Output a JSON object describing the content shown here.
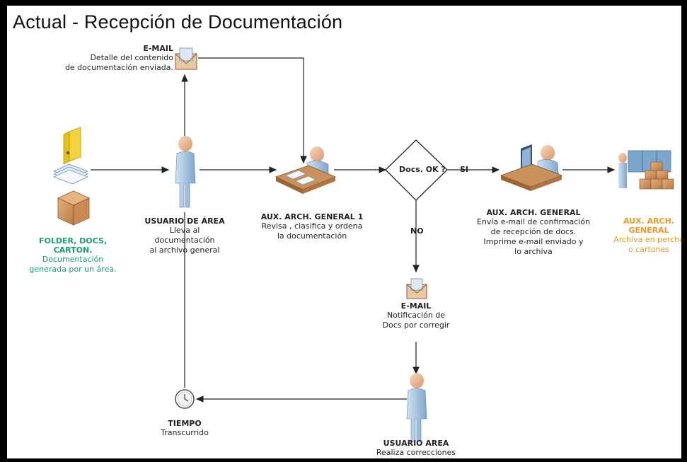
{
  "title": "Actual - Recepción de Documentación",
  "nodes": {
    "email_top": {
      "head": "E-MAIL",
      "desc": [
        "Detalle del contenido",
        "de documentación enviada."
      ]
    },
    "folder": {
      "head": [
        "FOLDER, DOCS,",
        "CARTON."
      ],
      "desc": [
        "Documentación",
        "generada por un área."
      ]
    },
    "usuario_area": {
      "head": "USUARIO DE ÁREA",
      "desc": [
        "Lleva al",
        "documentación",
        "al archivo general"
      ]
    },
    "aux1": {
      "head": "AUX. ARCH. GENERAL 1",
      "desc": [
        "Revisa , clasifica y ordena",
        "la  documentación"
      ]
    },
    "decision": {
      "label": "Docs. OK ?"
    },
    "aux_general": {
      "head": "AUX. ARCH. GENERAL",
      "desc": [
        "Envía e-mail de confirmación",
        "de recepción de docs.",
        "Imprime e-mail enviado y",
        "lo archiva"
      ]
    },
    "aux_general_right": {
      "head": "AUX. ARCH. GENERAL",
      "desc": [
        "Archiva en percha",
        "o cartones"
      ]
    },
    "email_bottom": {
      "head": "E-MAIL",
      "desc": [
        "Notificación de",
        "Docs por corregir"
      ]
    },
    "usuario_area_bottom": {
      "head": "USUARIO AREA",
      "desc": [
        "Realiza correcciones"
      ]
    },
    "tiempo": {
      "head": "TIEMPO",
      "desc": [
        "Transcurrido"
      ]
    }
  },
  "edges": {
    "yes_label": "SI",
    "no_label": "NO"
  },
  "colors": {
    "green": "#1aa06a",
    "orange": "#f29a24",
    "person": "#a9c8e6",
    "skin": "#f2c4a0"
  },
  "icons": [
    "envelope-icon",
    "folder-icon",
    "papers-icon",
    "box-icon",
    "person-icon",
    "desk-worker-icon",
    "computer-worker-icon",
    "warehouse-icon",
    "clock-icon"
  ]
}
